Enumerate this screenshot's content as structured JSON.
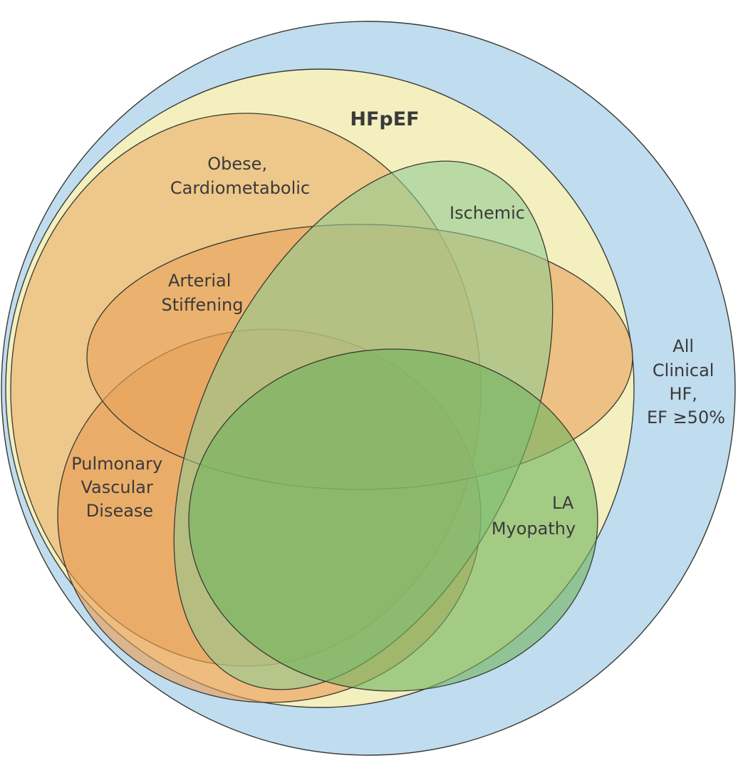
{
  "diagram": {
    "type": "venn",
    "sets": [
      {
        "id": "all-clinical-hf",
        "lines": [
          "All",
          "Clinical",
          "HF,",
          "EF ≥50%"
        ],
        "color": "#c0dcef"
      },
      {
        "id": "hfpef",
        "lines": [
          "HFpEF"
        ],
        "color": "#f3efbf"
      },
      {
        "id": "obese-cardiometabolic",
        "lines": [
          "Obese,",
          "Cardiometabolic"
        ],
        "color": "#ebc07e"
      },
      {
        "id": "pulmonary-vascular-disease",
        "lines": [
          "Pulmonary",
          "Vascular",
          "Disease"
        ],
        "color": "#e99c55"
      },
      {
        "id": "arterial-stiffening",
        "lines": [
          "Arterial",
          "Stiffening"
        ],
        "color": "#e9a45d"
      },
      {
        "id": "ischemic",
        "lines": [
          "Ischemic"
        ],
        "color": "#8fcc90"
      },
      {
        "id": "la-myopathy",
        "lines": [
          "LA",
          "Myopathy"
        ],
        "color": "#73b55f"
      }
    ]
  }
}
